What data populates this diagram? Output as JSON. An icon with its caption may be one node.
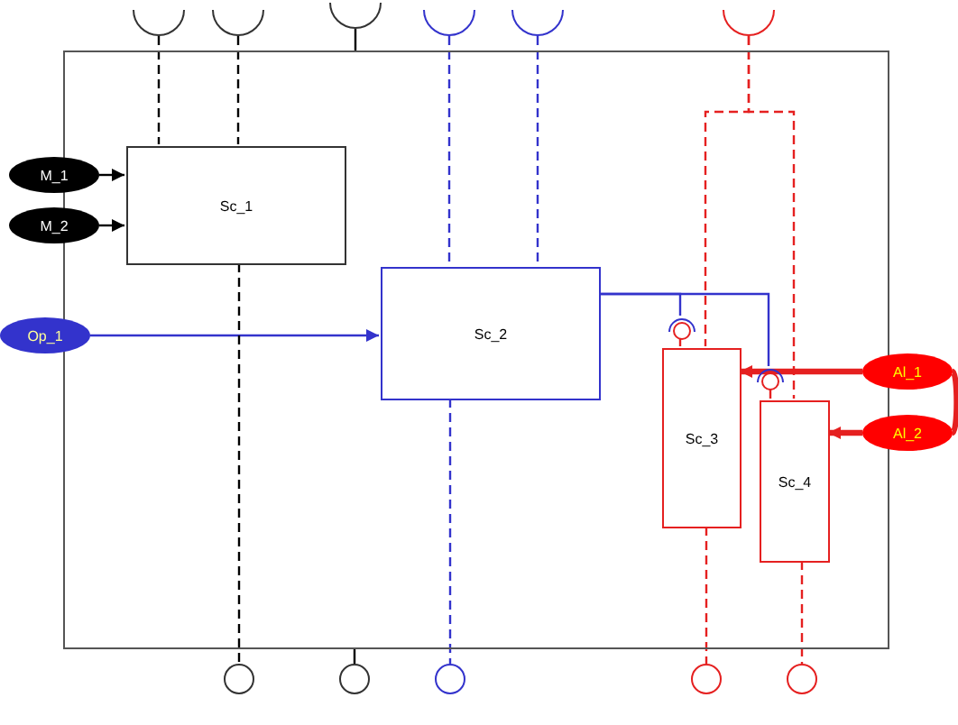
{
  "diagram": {
    "nodes": [
      {
        "text": [],
        "shape": "box"
      },
      {
        "text": [
          "M_1"
        ]
      },
      {
        "text": [
          "M_2"
        ]
      },
      {
        "text": [
          "Op_1"
        ]
      },
      {
        "text": [
          "Sc_1"
        ],
        "in": 0
      },
      {
        "text": [
          "Sc_2"
        ],
        "in": 0
      },
      {
        "text": [
          "Sc_3"
        ],
        "in": 0
      },
      {
        "text": [
          "Sc_4"
        ],
        "in": 0
      },
      {
        "text": [
          "Al_1"
        ]
      },
      {
        "text": [
          "Al_2"
        ]
      },
      {
        "text": [],
        "shape": "semicircle"
      },
      {
        "text": [],
        "shape": "semicircle"
      },
      {
        "text": [],
        "shape": "semicircle"
      },
      {
        "text": [],
        "shape": "semicircle"
      },
      {
        "text": [],
        "shape": "semicircle"
      },
      {
        "text": [],
        "shape": "semicircle"
      },
      {
        "text": [],
        "shape": "circle",
        "in": 0
      },
      {
        "text": [],
        "shape": "circle",
        "in": 0
      },
      {
        "text": [],
        "shape": "circle"
      },
      {
        "text": [],
        "shape": "circle"
      },
      {
        "text": [],
        "shape": "circle"
      },
      {
        "text": [],
        "shape": "circle"
      },
      {
        "text": [],
        "shape": "circle"
      }
    ],
    "edges": [
      {
        "from": 1,
        "to": 4,
        "arrow": "to",
        "color": "#000000"
      },
      {
        "from": 2,
        "to": 4,
        "arrow": "to",
        "color": "#000000"
      },
      {
        "from": 3,
        "to": 5,
        "arrow": "to",
        "color": "#3333cc"
      },
      {
        "from": 8,
        "to": 6,
        "arrow": "to",
        "style": "thick",
        "color": "#e52020"
      },
      {
        "from": 9,
        "to": 7,
        "arrow": "to",
        "style": "thick",
        "color": "#e52020"
      },
      {
        "from": 8,
        "to": 9,
        "arrow": "none",
        "style": "thick",
        "color": "#e52020"
      },
      {
        "from": 10,
        "to": 4,
        "arrow": "none",
        "style": "dashed",
        "color": "#000000"
      },
      {
        "from": 11,
        "to": 4,
        "arrow": "none",
        "style": "dashed",
        "color": "#000000"
      },
      {
        "from": 12,
        "to": 0,
        "arrow": "none",
        "color": "#000000"
      },
      {
        "from": 13,
        "to": 5,
        "arrow": "none",
        "style": "dashed",
        "color": "#3333cc"
      },
      {
        "from": 14,
        "to": 5,
        "arrow": "none",
        "style": "dashed",
        "color": "#3333cc"
      },
      {
        "from": 15,
        "to": 6,
        "arrow": "none",
        "style": "dashed",
        "color": "#e52020"
      },
      {
        "from": 15,
        "to": 7,
        "arrow": "none",
        "style": "dashed",
        "color": "#e52020"
      },
      {
        "from": 5,
        "to": 16,
        "arrow": "none",
        "color": "#3333cc"
      },
      {
        "from": 5,
        "to": 17,
        "arrow": "none",
        "color": "#3333cc"
      },
      {
        "from": 6,
        "to": 16,
        "arrow": "none",
        "color": "#e52020"
      },
      {
        "from": 7,
        "to": 17,
        "arrow": "none",
        "color": "#e52020"
      },
      {
        "from": 4,
        "to": 18,
        "arrow": "none",
        "style": "dashed",
        "color": "#000000"
      },
      {
        "from": 19,
        "to": 0,
        "arrow": "none",
        "color": "#000000"
      },
      {
        "from": 5,
        "to": 20,
        "arrow": "none",
        "style": "dashed",
        "color": "#3333cc"
      },
      {
        "from": 6,
        "to": 21,
        "arrow": "none",
        "style": "dashed",
        "color": "#e52020"
      },
      {
        "from": 7,
        "to": 22,
        "arrow": "none",
        "style": "dashed",
        "color": "#e52020"
      }
    ]
  }
}
